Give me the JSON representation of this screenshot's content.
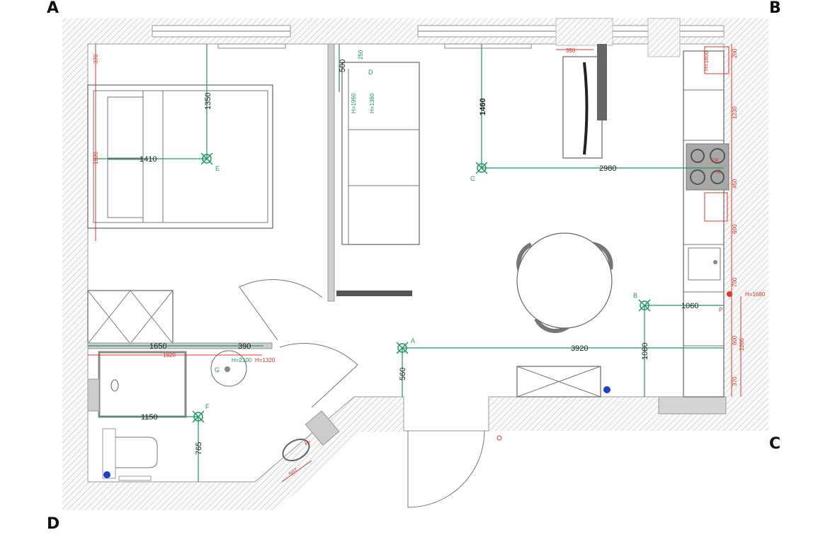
{
  "title": "Apartment floor plan with electrical layout",
  "corners": {
    "a": "A",
    "b": "B",
    "c": "C",
    "d": "D"
  },
  "colors": {
    "electrical": "#e0392b",
    "lighting": "#1f9a5e",
    "wall_hatch": "#bbbbbb",
    "drain": "#1a3fd1"
  },
  "dimensions": {
    "bed_to_light_horizontal": "1410",
    "window_to_light_vertical": "1350",
    "partition_top": "500",
    "living_light_vertical": "1460",
    "living_light_horizontal": "2980",
    "dining_light_horizontal": "1060",
    "dining_light_vertical": "1080",
    "hall_light_horizontal": "3920",
    "hall_light_vertical": "560",
    "bath_wall_length": "1650",
    "bath_sink_offset": "390",
    "shower_length": "1150",
    "bath_light_vertical": "765"
  },
  "red_dimensions": {
    "bed_socket_top": "370",
    "bed_length": "1920",
    "switch_offset": "250",
    "tv_socket_offset": "350",
    "kitchen_top": "200",
    "kitchen_run": "1230",
    "hob_offset": "450",
    "kitchen_mid": "600",
    "kitchen_lower": "700",
    "counter_a": "600",
    "counter_b": "370",
    "counter_total": "1200",
    "bath_socket_run": "1920",
    "washer_offset": "507"
  },
  "heights": {
    "bath_light": "H=2100",
    "bath_socket": "H=1320",
    "kitchen_socket": "H=1680",
    "wardrobe_a": "H=1960",
    "wardrobe_b": "H=1360",
    "kitchen_hood": "H=1800"
  },
  "light_points": {
    "a": "A",
    "b": "B",
    "c": "C",
    "d": "D",
    "e": "E",
    "f": "F",
    "g": "G"
  },
  "socket_labels": {
    "oven_k": "OK",
    "hob_k": "K",
    "fridge": "P",
    "washer": "W"
  }
}
